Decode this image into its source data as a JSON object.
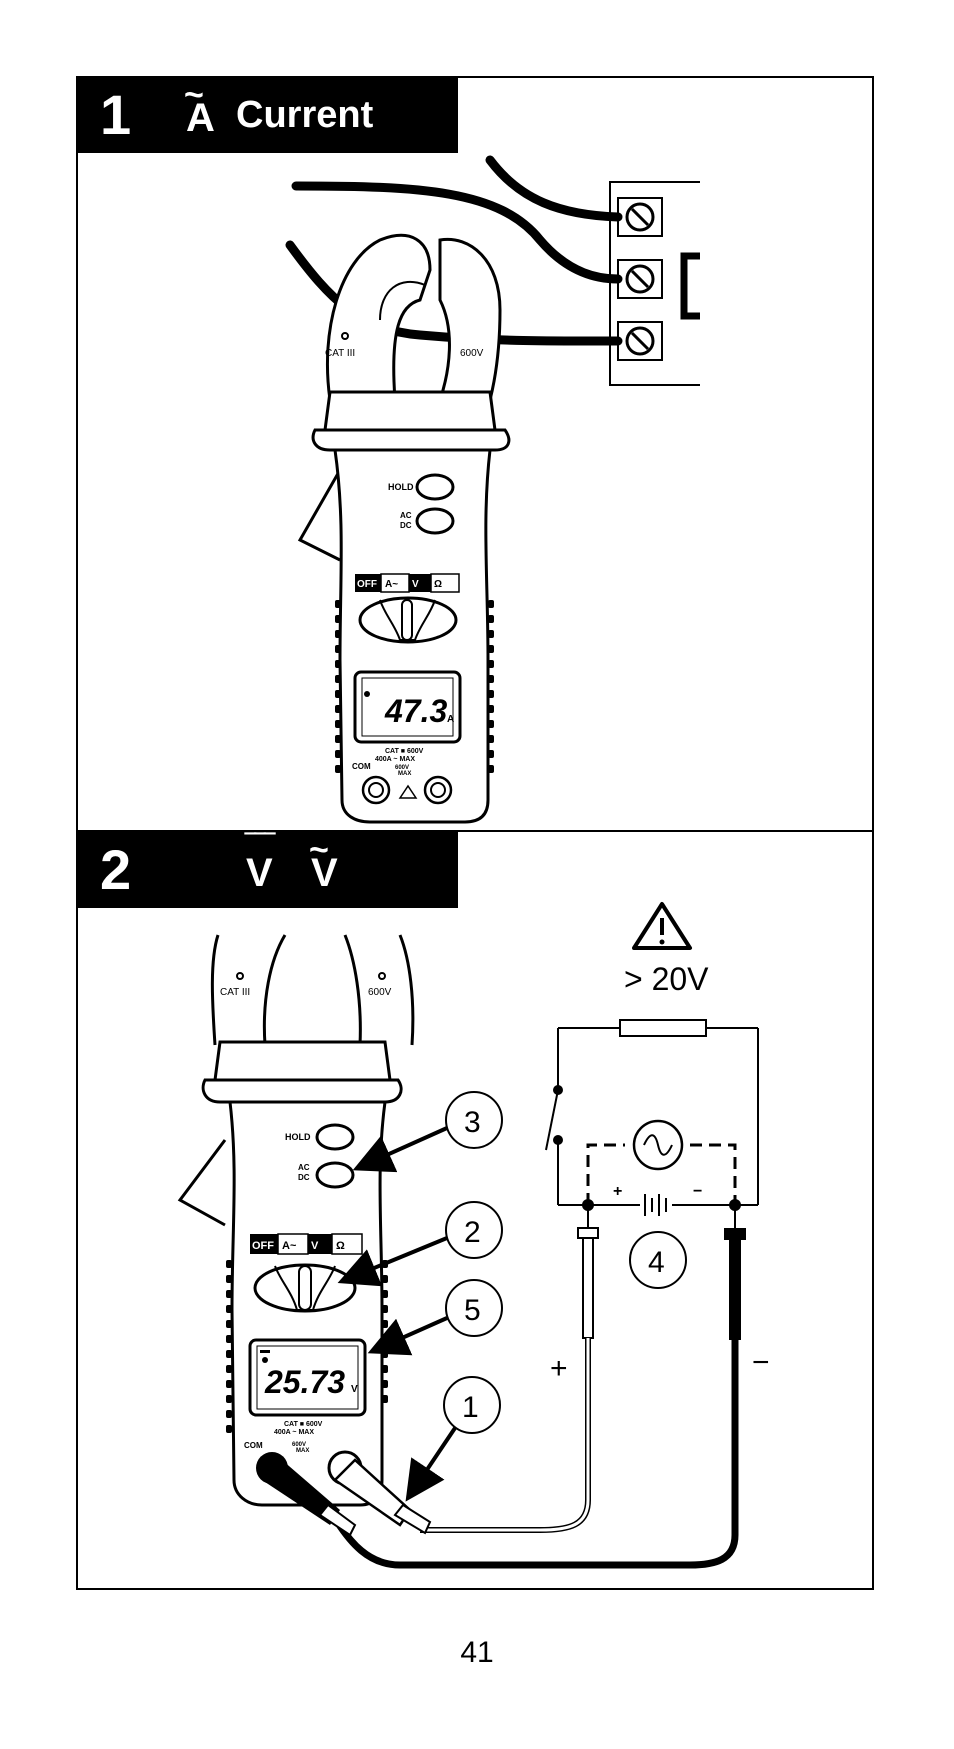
{
  "panel1": {
    "number": "1",
    "title": "Current",
    "symbol": "A",
    "meter": {
      "cat_label": "CAT III",
      "voltage_label": "600V",
      "hold_label": "HOLD",
      "ac_label": "AC",
      "dc_label": "DC",
      "selector": [
        "OFF",
        "A~",
        "V",
        "Ω"
      ],
      "display_value": "47.3",
      "display_unit": "A",
      "rating_1": "CAT ■ 600V",
      "rating_2": "400A ~ MAX",
      "com_label": "COM",
      "jack_rating": "600V",
      "jack_max": "MAX"
    }
  },
  "panel2": {
    "number": "2",
    "symbol_dc": "V",
    "symbol_ac": "V",
    "warning_text": "> 20V",
    "meter": {
      "cat_label": "CAT III",
      "voltage_label": "600V",
      "hold_label": "HOLD",
      "ac_label": "AC",
      "dc_label": "DC",
      "selector": [
        "OFF",
        "A~",
        "V",
        "Ω"
      ],
      "display_value": "25.73",
      "display_unit": "V",
      "rating_1": "CAT ■ 600V",
      "rating_2": "400A ~ MAX",
      "com_label": "COM",
      "jack_rating": "600V",
      "jack_max": "MAX"
    },
    "callouts": [
      "3",
      "2",
      "5",
      "1",
      "4"
    ],
    "plus_sign": "+",
    "minus_sign": "−",
    "battery_plus": "+",
    "battery_minus": "−"
  },
  "page_number": "41"
}
